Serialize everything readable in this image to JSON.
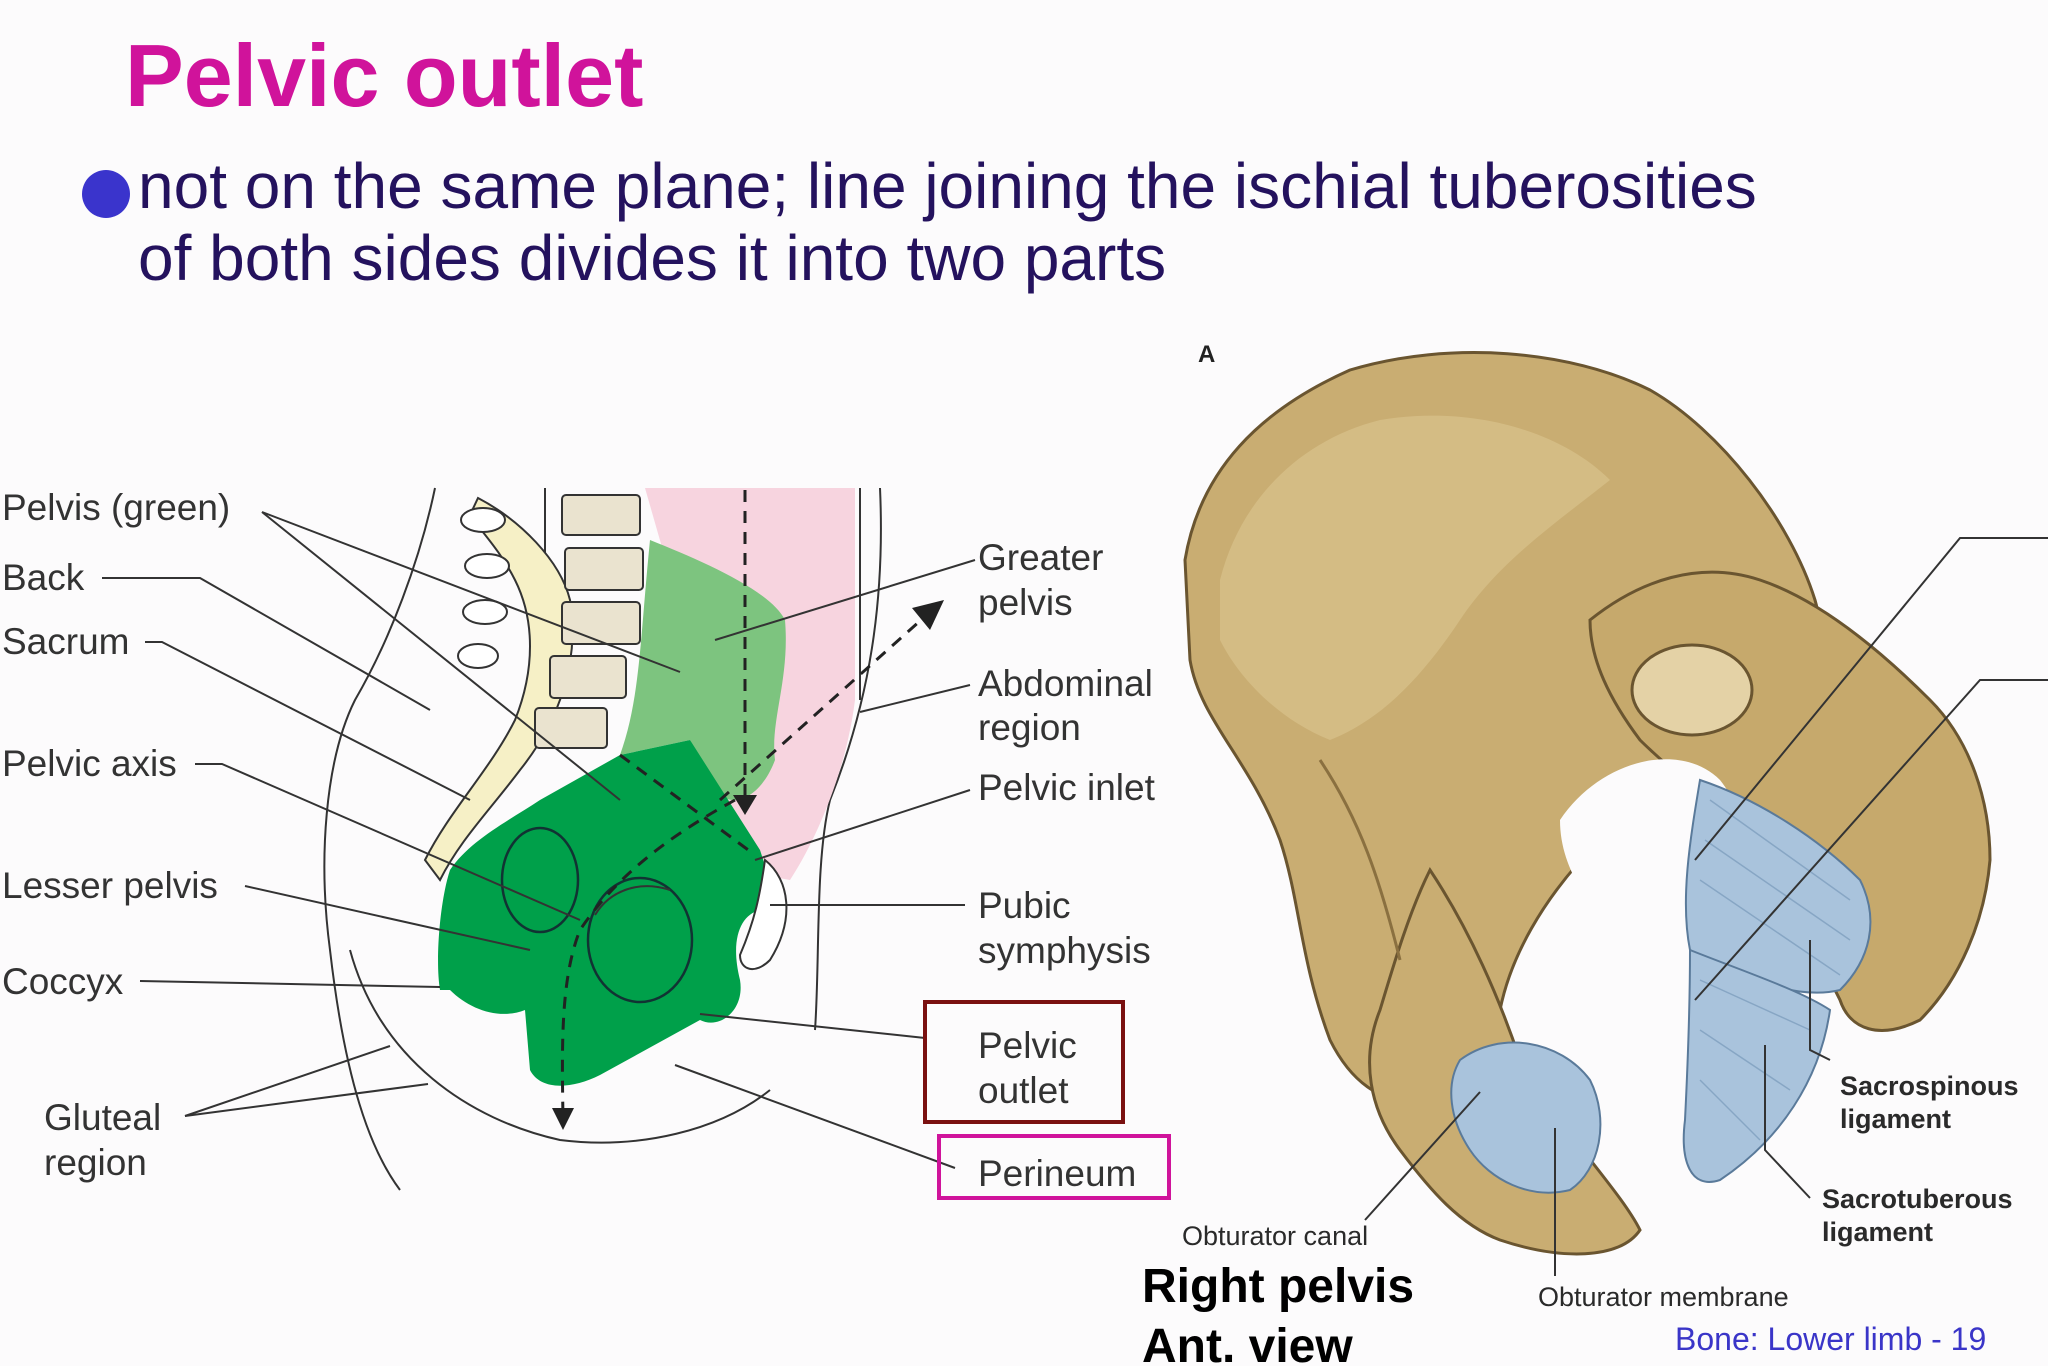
{
  "title": "Pelvic outlet",
  "bullet": {
    "line1": "not on the same plane; line joining the ischial tuberosities",
    "line2": "of both sides divides it into two parts"
  },
  "left_figure": {
    "labels_left": {
      "pelvis_green": "Pelvis (green)",
      "back": "Back",
      "sacrum": "Sacrum",
      "pelvic_axis": "Pelvic axis",
      "lesser_pelvis": "Lesser pelvis",
      "coccyx": "Coccyx",
      "gluteal_1": "Gluteal",
      "gluteal_2": "region"
    },
    "labels_right": {
      "greater_1": "Greater",
      "greater_2": "pelvis",
      "abdominal_1": "Abdominal",
      "abdominal_2": "region",
      "pelvic_inlet": "Pelvic inlet",
      "pubic_1": "Pubic",
      "pubic_2": "symphysis",
      "outlet_1": "Pelvic",
      "outlet_2": "outlet",
      "perineum": "Perineum"
    },
    "colors": {
      "lesser_pelvis_green": "#00a04a",
      "greater_pelvis_green": "#7dc47f",
      "abdominal_pink": "#f7d4df",
      "outlet_box": "#7a1010",
      "perineum_box": "#d0139b"
    }
  },
  "right_figure": {
    "panel_letter": "A",
    "labels": {
      "sacrospinous_1": "Sacrospinous",
      "sacrospinous_2": "ligament",
      "sacrotuberous_1": "Sacrotuberous",
      "sacrotuberous_2": "ligament",
      "obturator_canal": "Obturator canal",
      "obturator_membrane": "Obturator membrane"
    },
    "caption_1": "Right pelvis",
    "caption_2": "Ant. view",
    "colors": {
      "bone": "#c9ad72",
      "ligament": "#a9c3dc"
    }
  },
  "footer": "Bone: Lower limb - 19"
}
